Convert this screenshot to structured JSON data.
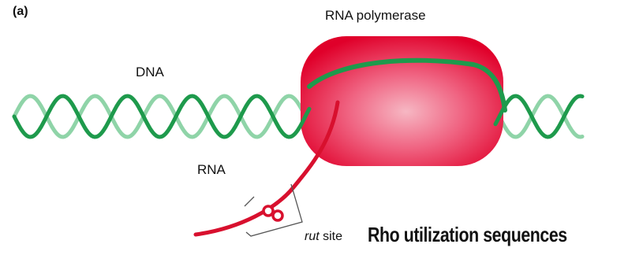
{
  "labels": {
    "panel": "(a)",
    "rna_polymerase": "RNA polymerase",
    "dna": "DNA",
    "rna": "RNA",
    "rut_italic": "rut",
    "rut_suffix": " site",
    "rho_utilization": "Rho utilization sequences"
  },
  "colors": {
    "dna_dark_strand": "#1e9a4c",
    "dna_light_strand": "#8fd4a8",
    "polymerase_fill": "#e8002a",
    "polymerase_center": "#f3a3b4",
    "rna_strand": "#d8102e"
  }
}
